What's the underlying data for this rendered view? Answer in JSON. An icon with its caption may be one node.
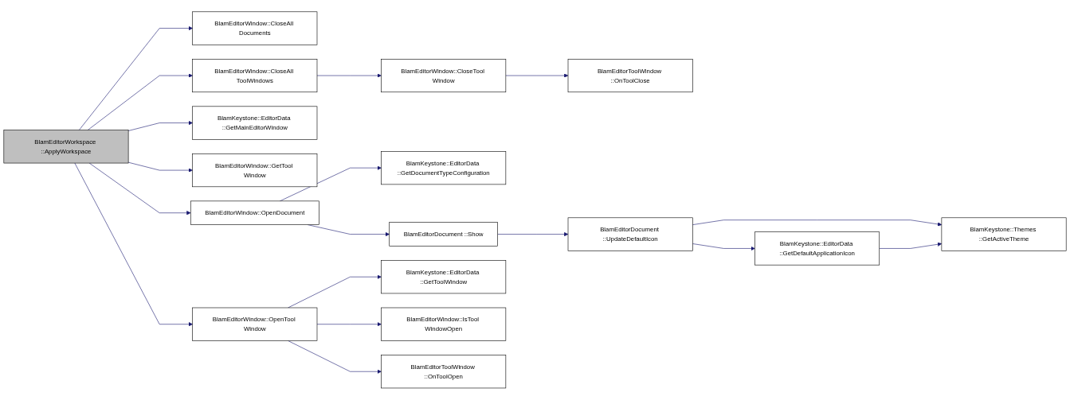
{
  "diagram": {
    "nodes": [
      {
        "text": [
          "BlamEditorWorkspace ::ApplyWorkspace"
        ]
      },
      {
        "text": [
          "BlamEditorWindow::CloseAll Documents"
        ]
      },
      {
        "text": [
          "BlamEditorWindow::CloseAll ToolWindows"
        ]
      },
      {
        "text": [
          "BlamEditorWindow::CloseTool Window"
        ]
      },
      {
        "text": [
          "BlamEditorToolWindow ::OnToolClose"
        ]
      },
      {
        "text": [
          "BlamKeystone::EditorData ::GetMainEditorWindow"
        ]
      },
      {
        "text": [
          "BlamEditorWindow::GetTool Window"
        ]
      },
      {
        "text": [
          "BlamEditorWindow::OpenDocument"
        ]
      },
      {
        "text": [
          "BlamKeystone::EditorData ::GetDocumentTypeConfiguration"
        ]
      },
      {
        "text": [
          "BlamEditorDocument ::Show"
        ]
      },
      {
        "text": [
          "BlamEditorDocument ::UpdateDefaultIcon"
        ]
      },
      {
        "text": [
          "BlamKeystone::EditorData ::GetDefaultApplicationIcon"
        ]
      },
      {
        "text": [
          "BlamKeystone::Themes ::GetActiveTheme"
        ]
      },
      {
        "text": [
          "BlamEditorWindow::OpenTool Window"
        ]
      },
      {
        "text": [
          "BlamKeystone::EditorData ::GetToolWindow"
        ]
      },
      {
        "text": [
          "BlamEditorWindow::IsTool WindowOpen"
        ]
      },
      {
        "text": [
          "BlamEditorToolWindow ::OnToolOpen"
        ]
      }
    ],
    "edges": [
      {
        "from": 0,
        "to": 1,
        "arrow": "to"
      },
      {
        "from": 0,
        "to": 2,
        "arrow": "to"
      },
      {
        "from": 2,
        "to": 3,
        "arrow": "to"
      },
      {
        "from": 3,
        "to": 4,
        "arrow": "to"
      },
      {
        "from": 0,
        "to": 5,
        "arrow": "to"
      },
      {
        "from": 0,
        "to": 6,
        "arrow": "to"
      },
      {
        "from": 0,
        "to": 7,
        "arrow": "to"
      },
      {
        "from": 7,
        "to": 8,
        "arrow": "to"
      },
      {
        "from": 7,
        "to": 9,
        "arrow": "to"
      },
      {
        "from": 9,
        "to": 10,
        "arrow": "to"
      },
      {
        "from": 10,
        "to": 12,
        "arrow": "to"
      },
      {
        "from": 10,
        "to": 11,
        "arrow": "to"
      },
      {
        "from": 11,
        "to": 12,
        "arrow": "to"
      },
      {
        "from": 0,
        "to": 13,
        "arrow": "to"
      },
      {
        "from": 13,
        "to": 14,
        "arrow": "to"
      },
      {
        "from": 13,
        "to": 15,
        "arrow": "to"
      },
      {
        "from": 13,
        "to": 16,
        "arrow": "to"
      }
    ]
  }
}
